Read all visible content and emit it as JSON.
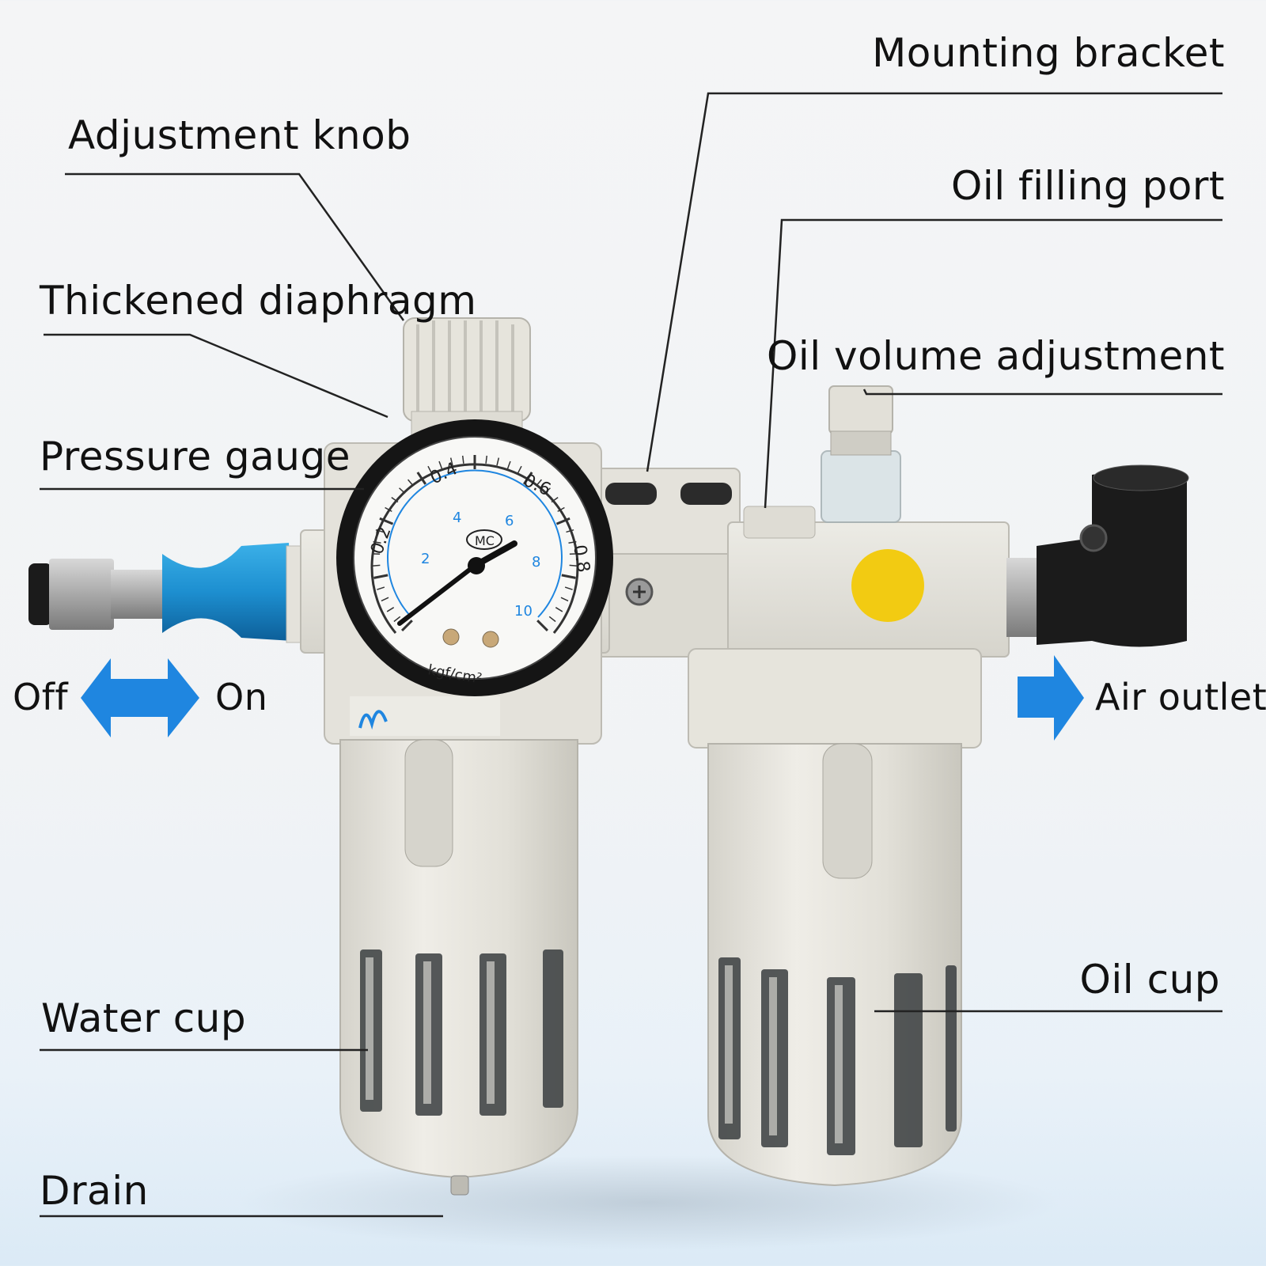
{
  "labels": {
    "mounting_bracket": "Mounting bracket",
    "adjustment_knob": "Adjustment knob",
    "oil_filling_port": "Oil filling port",
    "thickened_diaphragm": "Thickened diaphragm",
    "oil_volume_adjustment": "Oil volume adjustment",
    "pressure_gauge": "Pressure gauge",
    "off": "Off",
    "on": "On",
    "air_outlet": "Air outlet",
    "water_cup": "Water cup",
    "oil_cup": "Oil cup",
    "drain": "Drain"
  },
  "gauge": {
    "inner_ticks": [
      "2",
      "4",
      "6",
      "8",
      "10"
    ],
    "outer_ticks": [
      "0.2",
      "0.4",
      "0.6",
      "0.8"
    ],
    "brand": "MC",
    "unit": "kgf/cm²"
  },
  "colors": {
    "arrow": "#1f86e0",
    "body": "#e6e4dc",
    "fitting_blue": "#1d8fd0",
    "fitting_black": "#1b1b1b",
    "yellow_dot": "#f2cb12",
    "line": "#222222"
  }
}
